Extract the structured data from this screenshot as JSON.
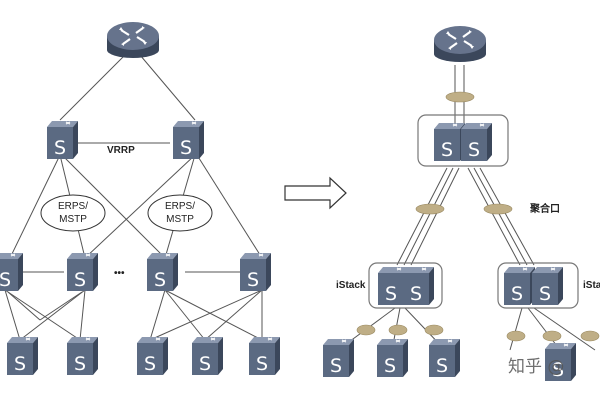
{
  "labels": {
    "vrrp": "VRRP",
    "erps_line1": "ERPS/",
    "erps_line2": "MSTP",
    "dots": "•••",
    "istack": "iStack",
    "aggregation": "聚合口",
    "switch_letter": "S",
    "watermark": "知乎 @"
  },
  "colors": {
    "switch_front": "#5b6a82",
    "switch_top": "#8c99b0",
    "switch_side": "#3b475b",
    "router_body": "#4d5a72",
    "link": "#555555",
    "lag_oval": "#bfae86",
    "stack_box": "#777777"
  },
  "icons": {
    "arrow": "right-arrow-icon",
    "router": "router-icon"
  }
}
